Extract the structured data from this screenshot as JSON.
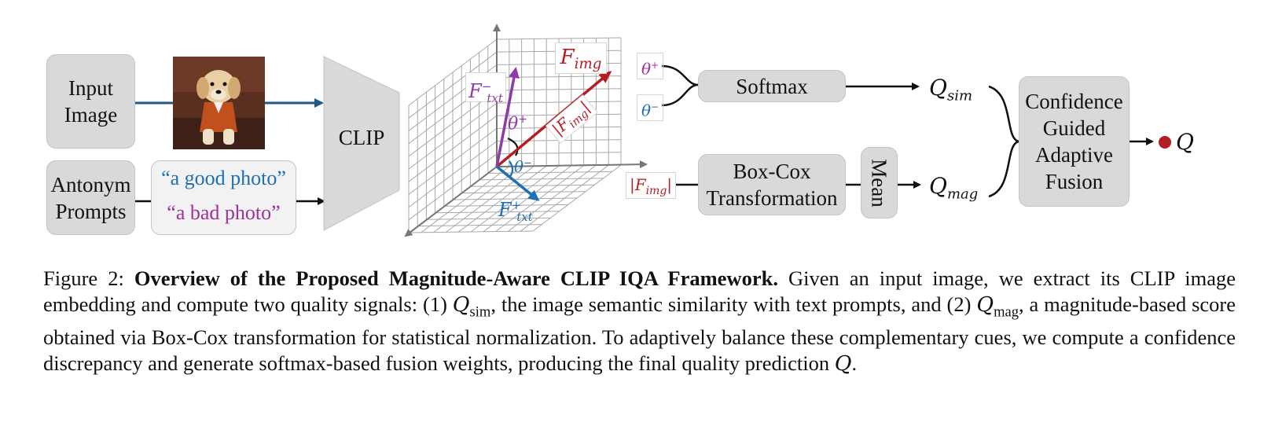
{
  "diagram": {
    "input_image": {
      "label": "Input\nImage"
    },
    "antonym_prompts": {
      "label": "Antonym\nPrompts"
    },
    "prompt_good": "“a good photo”",
    "prompt_bad": "“a bad photo”",
    "clip": {
      "label": "CLIP"
    },
    "vectors": {
      "f_img": "F",
      "f_img_sub": "img",
      "f_txt_neg": "F",
      "f_txt_neg_sub": "txt",
      "f_txt_neg_sup": "−",
      "f_txt_pos": "F",
      "f_txt_pos_sub": "txt",
      "f_txt_pos_sup": "+",
      "theta_pos": "θ",
      "theta_pos_sup": "+",
      "theta_neg": "θ",
      "theta_neg_sup": "−",
      "mag_label": "|F",
      "mag_label_sub": "img",
      "mag_label_end": "|"
    },
    "softmax": {
      "label": "Softmax",
      "in_pos": "θ",
      "in_pos_sup": "+",
      "in_neg": "θ",
      "in_neg_sup": "−"
    },
    "boxcox": {
      "label": "Box-Cox\nTransformation",
      "input": "|F",
      "input_sub": "img",
      "input_end": "|"
    },
    "mean": {
      "label": "Mean"
    },
    "q_sim": {
      "main": "Q",
      "sub": "sim"
    },
    "q_mag": {
      "main": "Q",
      "sub": "mag"
    },
    "fusion": {
      "label": "Confidence\nGuided\nAdaptive\nFusion"
    },
    "q_out": "Q",
    "colors": {
      "blue": "#1f6fb3",
      "purple": "#a0309a",
      "red": "#b41e23",
      "arrow": "#205a86",
      "box": "#d9d9d9"
    }
  },
  "caption": {
    "prefix": "Figure 2: ",
    "title": "Overview of the Proposed Magnitude-Aware CLIP IQA Framework.",
    "t1": " Given an input image, we extract its CLIP image embedding and compute two quality signals: (1) ",
    "q1": "Q",
    "q1_sub": "sim",
    "t2": ", the image semantic similarity with text prompts, and (2) ",
    "q2": "Q",
    "q2_sub": "mag",
    "t3": ", a magnitude-based score obtained via Box-Cox transformation for statistical normalization. To adaptively balance these complementary cues, we compute a confidence discrepancy and generate softmax-based fusion weights, producing the final quality prediction ",
    "q3": "Q",
    "t4": "."
  }
}
